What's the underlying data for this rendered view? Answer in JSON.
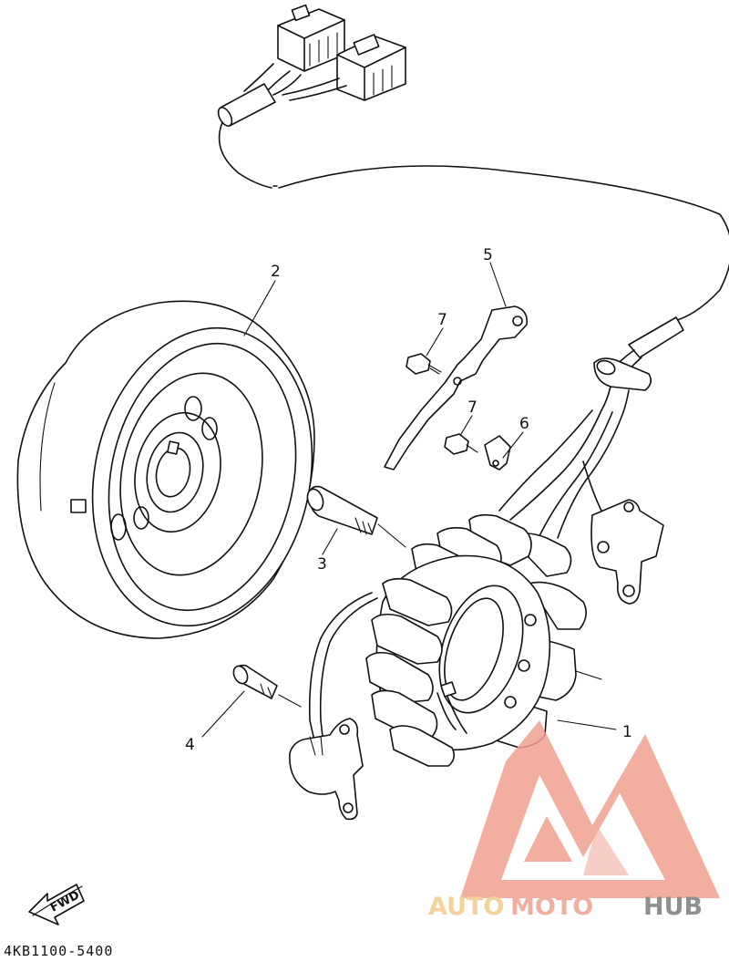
{
  "callouts": [
    {
      "id": "1",
      "text": "1"
    },
    {
      "id": "2",
      "text": "2"
    },
    {
      "id": "3",
      "text": "3"
    },
    {
      "id": "4",
      "text": "4"
    },
    {
      "id": "5",
      "text": "5"
    },
    {
      "id": "6",
      "text": "6"
    },
    {
      "id": "7a",
      "text": "7"
    },
    {
      "id": "7b",
      "text": "7"
    }
  ],
  "diagram_code": "4KB1100-5400",
  "fwd_label": "FWD",
  "watermark": {
    "part1": "AUTO",
    "part2": "MOTO",
    "part3": "HUB",
    "color_primary": "#f0a08e",
    "color_accent": "#f4c98a",
    "color_dark": "#7d7d7d"
  }
}
